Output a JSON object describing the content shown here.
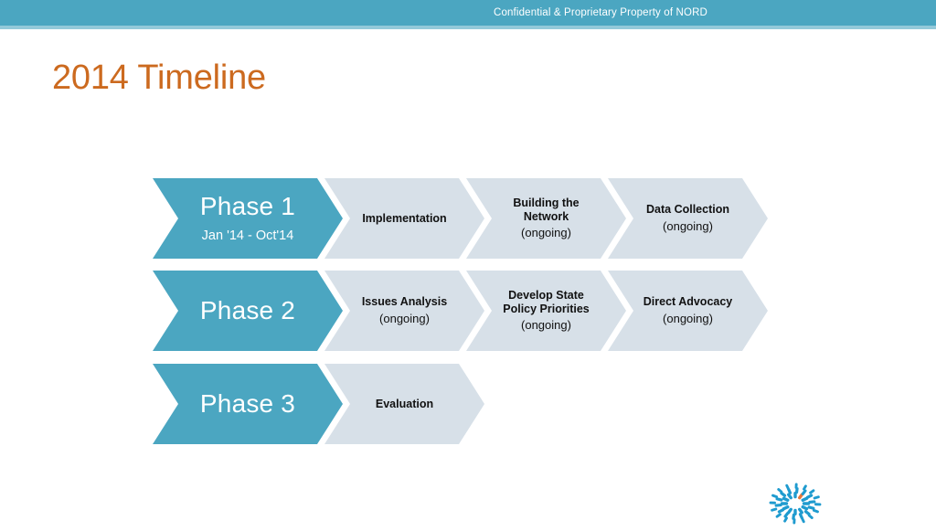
{
  "banner": {
    "confidential_text": "Confidential & Proprietary Property of NORD",
    "bar_color": "#4ba6c1",
    "underline_color": "#93c9d9"
  },
  "title": {
    "text": "2014 Timeline",
    "color": "#cc6a1f"
  },
  "colors": {
    "phase_head": "#4ba6c1",
    "step_fill": "#d7e0e8",
    "step_text": "#111111",
    "head_text": "#ffffff",
    "logo_blue": "#1f9bcf",
    "logo_orange": "#e8763a"
  },
  "timeline": {
    "rows": [
      {
        "head": {
          "label": "Phase 1",
          "sublabel": "Jan '14 - Oct'14"
        },
        "steps": [
          {
            "title": "Implementation",
            "sub": ""
          },
          {
            "title": "Building the\nNetwork",
            "sub": "(ongoing)"
          },
          {
            "title": "Data Collection",
            "sub": "(ongoing)"
          }
        ]
      },
      {
        "head": {
          "label": "Phase 2",
          "sublabel": ""
        },
        "steps": [
          {
            "title": "Issues Analysis",
            "sub": "(ongoing)"
          },
          {
            "title": "Develop State\nPolicy Priorities",
            "sub": "(ongoing)"
          },
          {
            "title": "Direct Advocacy",
            "sub": "(ongoing)"
          }
        ]
      },
      {
        "head": {
          "label": "Phase 3",
          "sublabel": ""
        },
        "steps": [
          {
            "title": "Evaluation",
            "sub": ""
          }
        ]
      }
    ]
  },
  "logo": {
    "name": "nord-starburst-logo"
  }
}
